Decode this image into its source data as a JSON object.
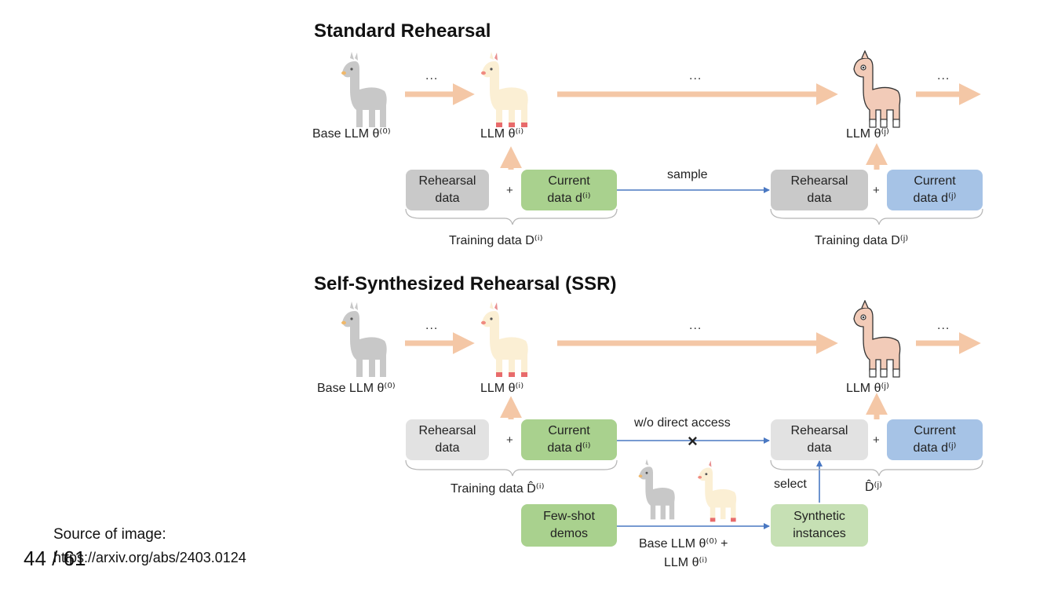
{
  "standard": {
    "title": "Standard Rehearsal",
    "base_llm": "Base LLM θ⁽⁰⁾",
    "llm_i": "LLM θ⁽ⁱ⁾",
    "llm_j": "LLM θ⁽ʲ⁾",
    "ellipsis": "...",
    "rehearsal_l1": "Rehearsal",
    "rehearsal_l2": "data",
    "current_l1": "Current",
    "current_i_l2": "data d⁽ⁱ⁾",
    "current_j_l2": "data d⁽ʲ⁾",
    "plus": "+",
    "sample": "sample",
    "training_i": "Training data D⁽ⁱ⁾",
    "training_j": "Training data D⁽ʲ⁾"
  },
  "ssr": {
    "title": "Self-Synthesized Rehearsal (SSR)",
    "base_llm": "Base LLM θ⁽⁰⁾",
    "llm_i": "LLM θ⁽ⁱ⁾",
    "llm_j": "LLM θ⁽ʲ⁾",
    "ellipsis": "...",
    "rehearsal_l1": "Rehearsal",
    "rehearsal_l2": "data",
    "current_l1": "Current",
    "current_i_l2": "data d⁽ⁱ⁾",
    "current_j_l2": "data d⁽ʲ⁾",
    "plus": "+",
    "no_access": "w/o direct access",
    "cross": "×",
    "training_i": "Training data D̂⁽ⁱ⁾",
    "training_j": "D̂⁽ʲ⁾",
    "select": "select",
    "fewshot_l1": "Few-shot",
    "fewshot_l2": "demos",
    "synthetic_l1": "Synthetic",
    "synthetic_l2": "instances",
    "generator_l1": "Base LLM θ⁽⁰⁾ +",
    "generator_l2": "LLM θ⁽ⁱ⁾"
  },
  "footer": {
    "source_label": "Source of image:",
    "url": "https://arxiv.org/abs/2403.0124",
    "page": "44 / 61"
  },
  "colors": {
    "orange_arrow": "#f4c7a6",
    "blue_arrow": "#4a78c2",
    "llama_gray": "#c8c8c8",
    "llama_cream": "#fbefd4",
    "llama_pink": "#f2cbb8"
  }
}
